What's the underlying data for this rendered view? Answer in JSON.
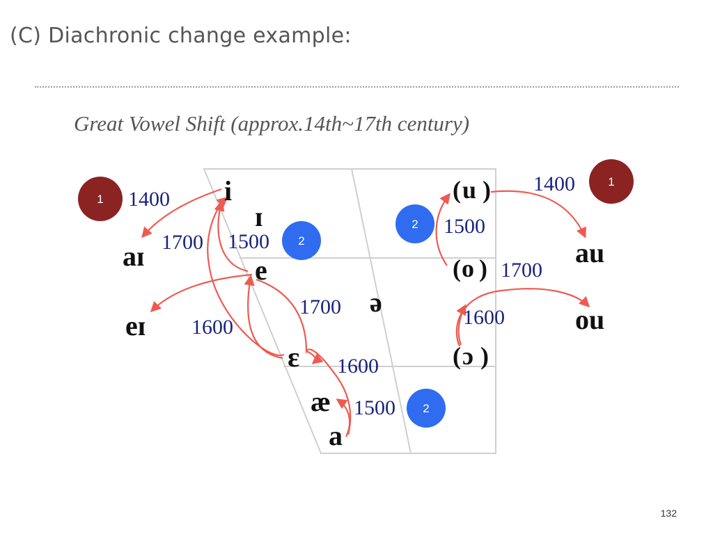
{
  "slide": {
    "title": "(C) Diachronic change example:",
    "subtitle": "Great Vowel Shift (approx.14th~17th century)",
    "page_number": "132"
  },
  "colors": {
    "arrow": "#ef5a50",
    "year_text": "#1a237e",
    "badge_stage1": "#8b2323",
    "badge_stage2": "#2f6cf0",
    "chart_border": "#cfcfcf"
  },
  "diagram": {
    "vowels": {
      "i": "i",
      "I": "ɪ",
      "e": "e",
      "epsilon": "ɛ",
      "ae": "æ",
      "a": "a",
      "schwa": "ə",
      "u": "u",
      "o": "o",
      "open_o": "ɔ",
      "ai": "aɪ",
      "ei": "eɪ",
      "au": "au",
      "ou": "ou",
      "paren_open": "(",
      "paren_close": ")"
    },
    "years": {
      "i_ai": "1400",
      "e_i": "1700",
      "eps_i": "1500",
      "eps_e": "1700",
      "eps_ei": "1600",
      "a_eps": "1600",
      "a_ae": "1500",
      "u_au": "1400",
      "o_u": "1500",
      "o_ou": "1700",
      "openo_o": "1600"
    },
    "badges": {
      "left_stage": "1",
      "right_stage": "1",
      "front_mid": "2",
      "back_high": "2",
      "low": "2"
    }
  }
}
